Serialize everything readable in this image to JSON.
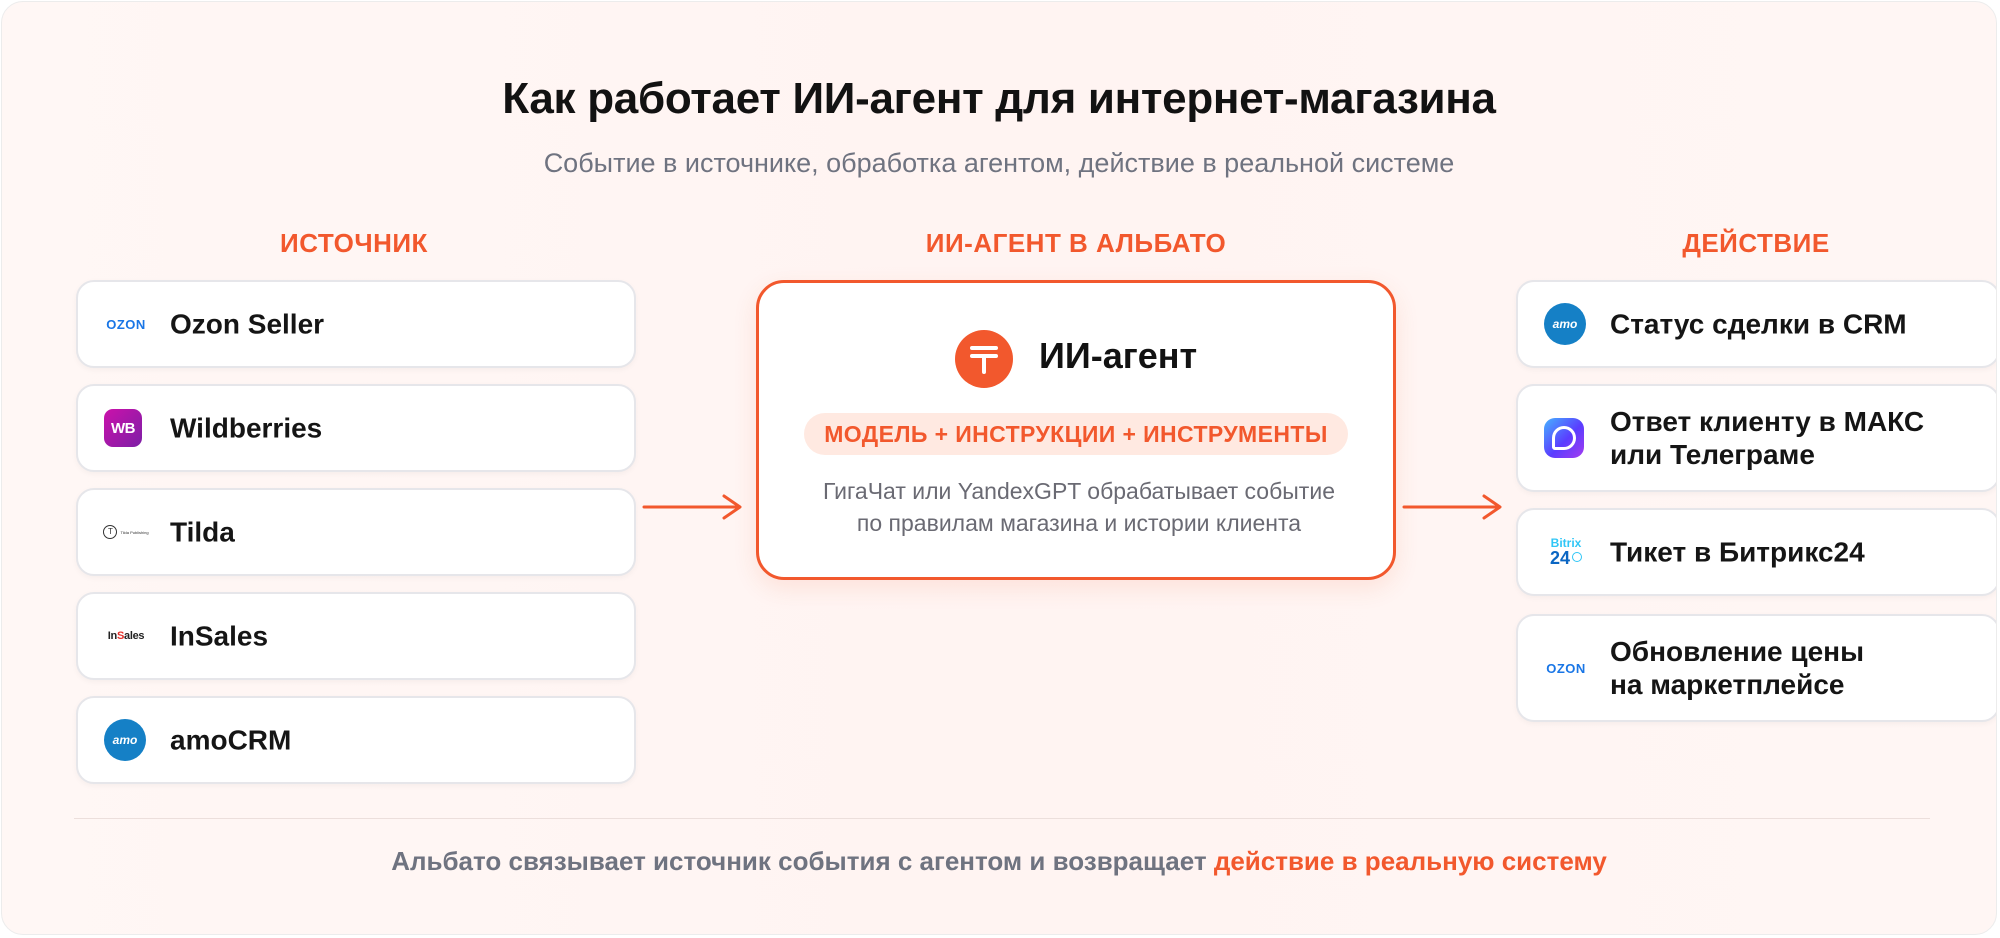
{
  "header": {
    "title": "Как работает ИИ-агент для интернет-магазина",
    "subtitle": "Событие в источнике, обработка агентом, действие в реальной системе"
  },
  "columns": {
    "source": "ИСТОЧНИК",
    "agent": "ИИ-АГЕНТ В АЛЬБАТО",
    "action": "ДЕЙСТВИЕ"
  },
  "sources": [
    {
      "label": "Ozon Seller",
      "icon": "ozon-logo",
      "logo_text": "OZON"
    },
    {
      "label": "Wildberries",
      "icon": "wildberries-logo",
      "logo_text": "WB"
    },
    {
      "label": "Tilda",
      "icon": "tilda-logo",
      "logo_text": "Tilda Publishing"
    },
    {
      "label": "InSales",
      "icon": "insales-logo",
      "logo_text": "InSales"
    },
    {
      "label": "amoCRM",
      "icon": "amocrm-logo",
      "logo_text": "amo"
    }
  ],
  "agent": {
    "title": "ИИ-агент",
    "pill": "МОДЕЛЬ + ИНСТРУКЦИИ + ИНСТРУМЕНТЫ",
    "desc_line1": "ГигаЧат или YandexGPT обрабатывает событие",
    "desc_line2": "по правилам магазина и истории клиента",
    "icon": "albato-agent-icon"
  },
  "actions": [
    {
      "line1": "Статус сделки в CRM",
      "line2": "",
      "icon": "amocrm-logo",
      "logo_text": "amo"
    },
    {
      "line1": "Ответ клиенту в МАКС",
      "line2": "или Телеграме",
      "icon": "max-messenger-logo",
      "logo_text": ""
    },
    {
      "line1": "Тикет в Битрикс24",
      "line2": "",
      "icon": "bitrix24-logo",
      "logo_text_top": "Bitrix",
      "logo_text_bottom": "24"
    },
    {
      "line1": "Обновление цены",
      "line2": "на маркетплейсе",
      "icon": "ozon-logo",
      "logo_text": "OZON"
    }
  ],
  "footer": {
    "text": "Альбато связывает источник события с агентом и возвращает ",
    "accent": "действие в реальную систему"
  },
  "colors": {
    "accent": "#f2582d",
    "title": "#121212",
    "muted": "#6f7380",
    "card_border": "#e6e6ea",
    "background": "#fff5f3"
  }
}
